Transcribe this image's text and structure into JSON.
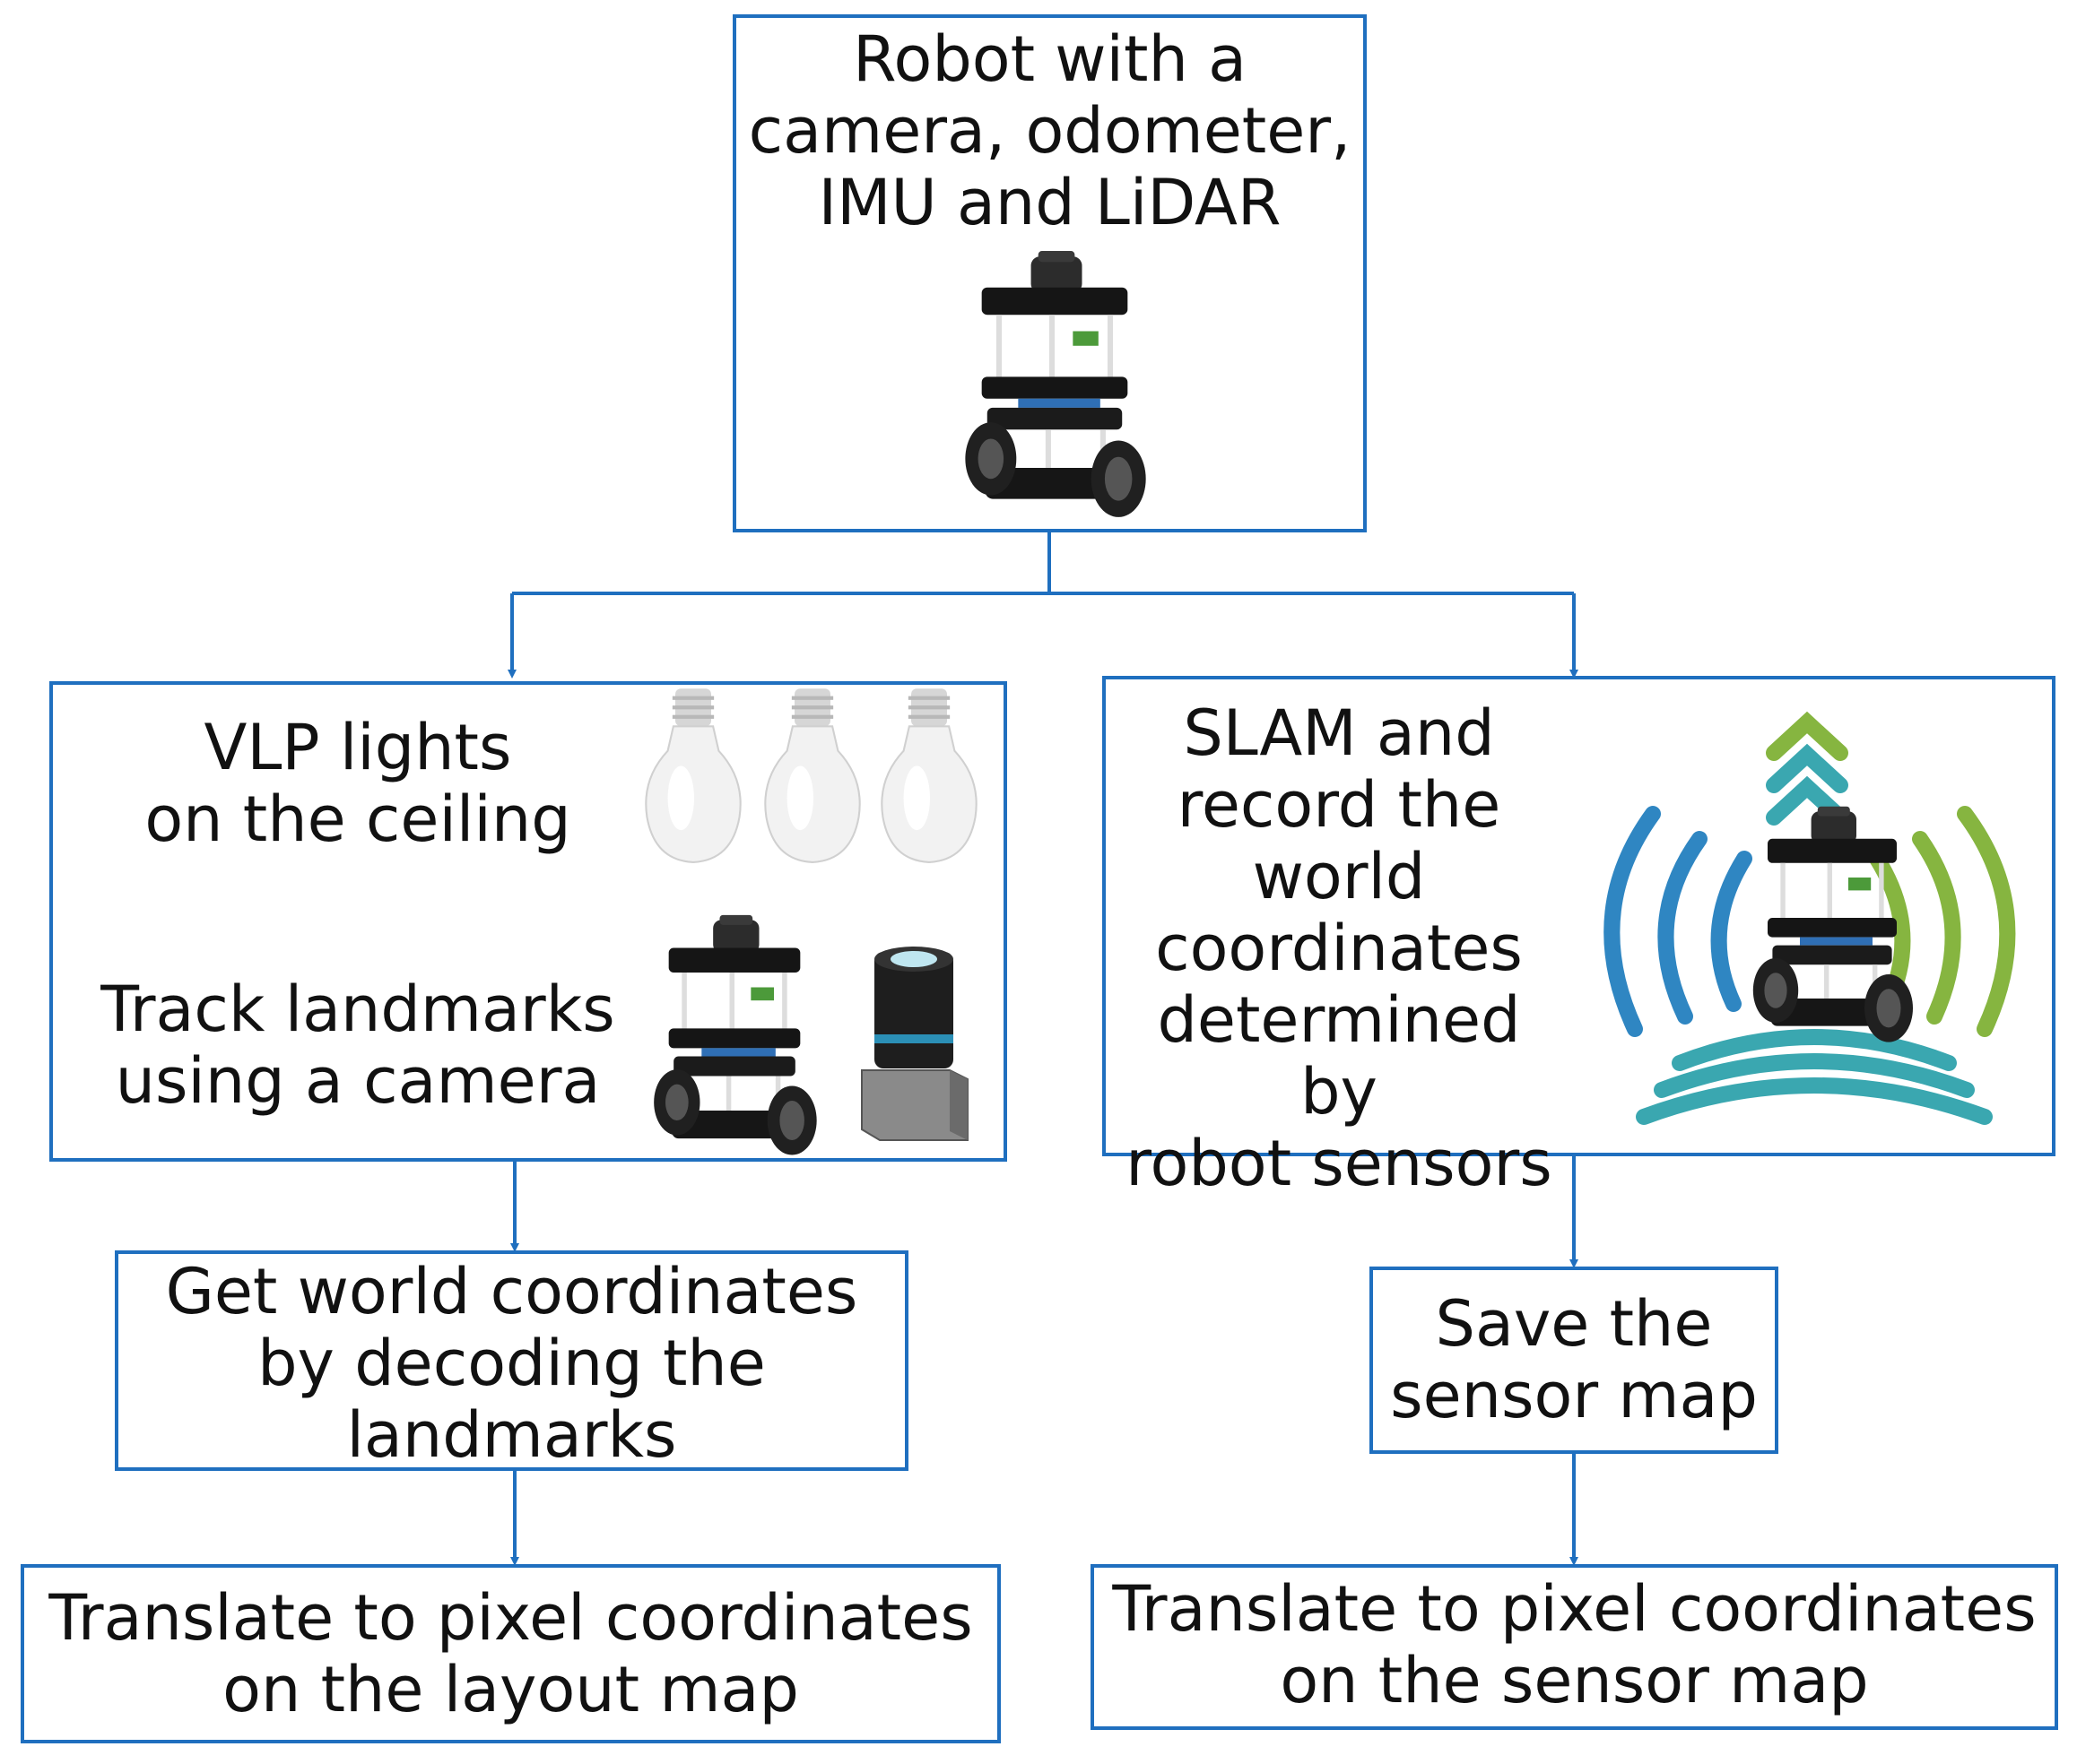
{
  "colors": {
    "box_border": "#1f6fbf",
    "connector": "#1f6fbf",
    "wave_blue": "#2f86c2",
    "wave_teal": "#3aa7b0",
    "wave_green": "#86b540"
  },
  "nodes": {
    "robot": {
      "text": "Robot with a\ncamera, odometer,\nIMU and LiDAR",
      "icon": "robot-icon"
    },
    "vlp": {
      "lights_text": "VLP lights\non the ceiling",
      "track_text": "Track landmarks\nusing a camera",
      "icons": [
        "light-bulb-icon",
        "robot-icon",
        "camera-icon"
      ]
    },
    "slam": {
      "text": "SLAM and\nrecord the\nworld\ncoordinates\ndetermined by\nrobot sensors",
      "icons": [
        "robot-icon",
        "signal-waves-icon"
      ]
    },
    "decode": {
      "text": "Get world coordinates\nby decoding the\nlandmarks"
    },
    "save": {
      "text": "Save the\nsensor map"
    },
    "layout_map": {
      "text": "Translate to pixel coordinates\non the layout map"
    },
    "sensor_map": {
      "text": "Translate to pixel coordinates\non the sensor map"
    }
  }
}
